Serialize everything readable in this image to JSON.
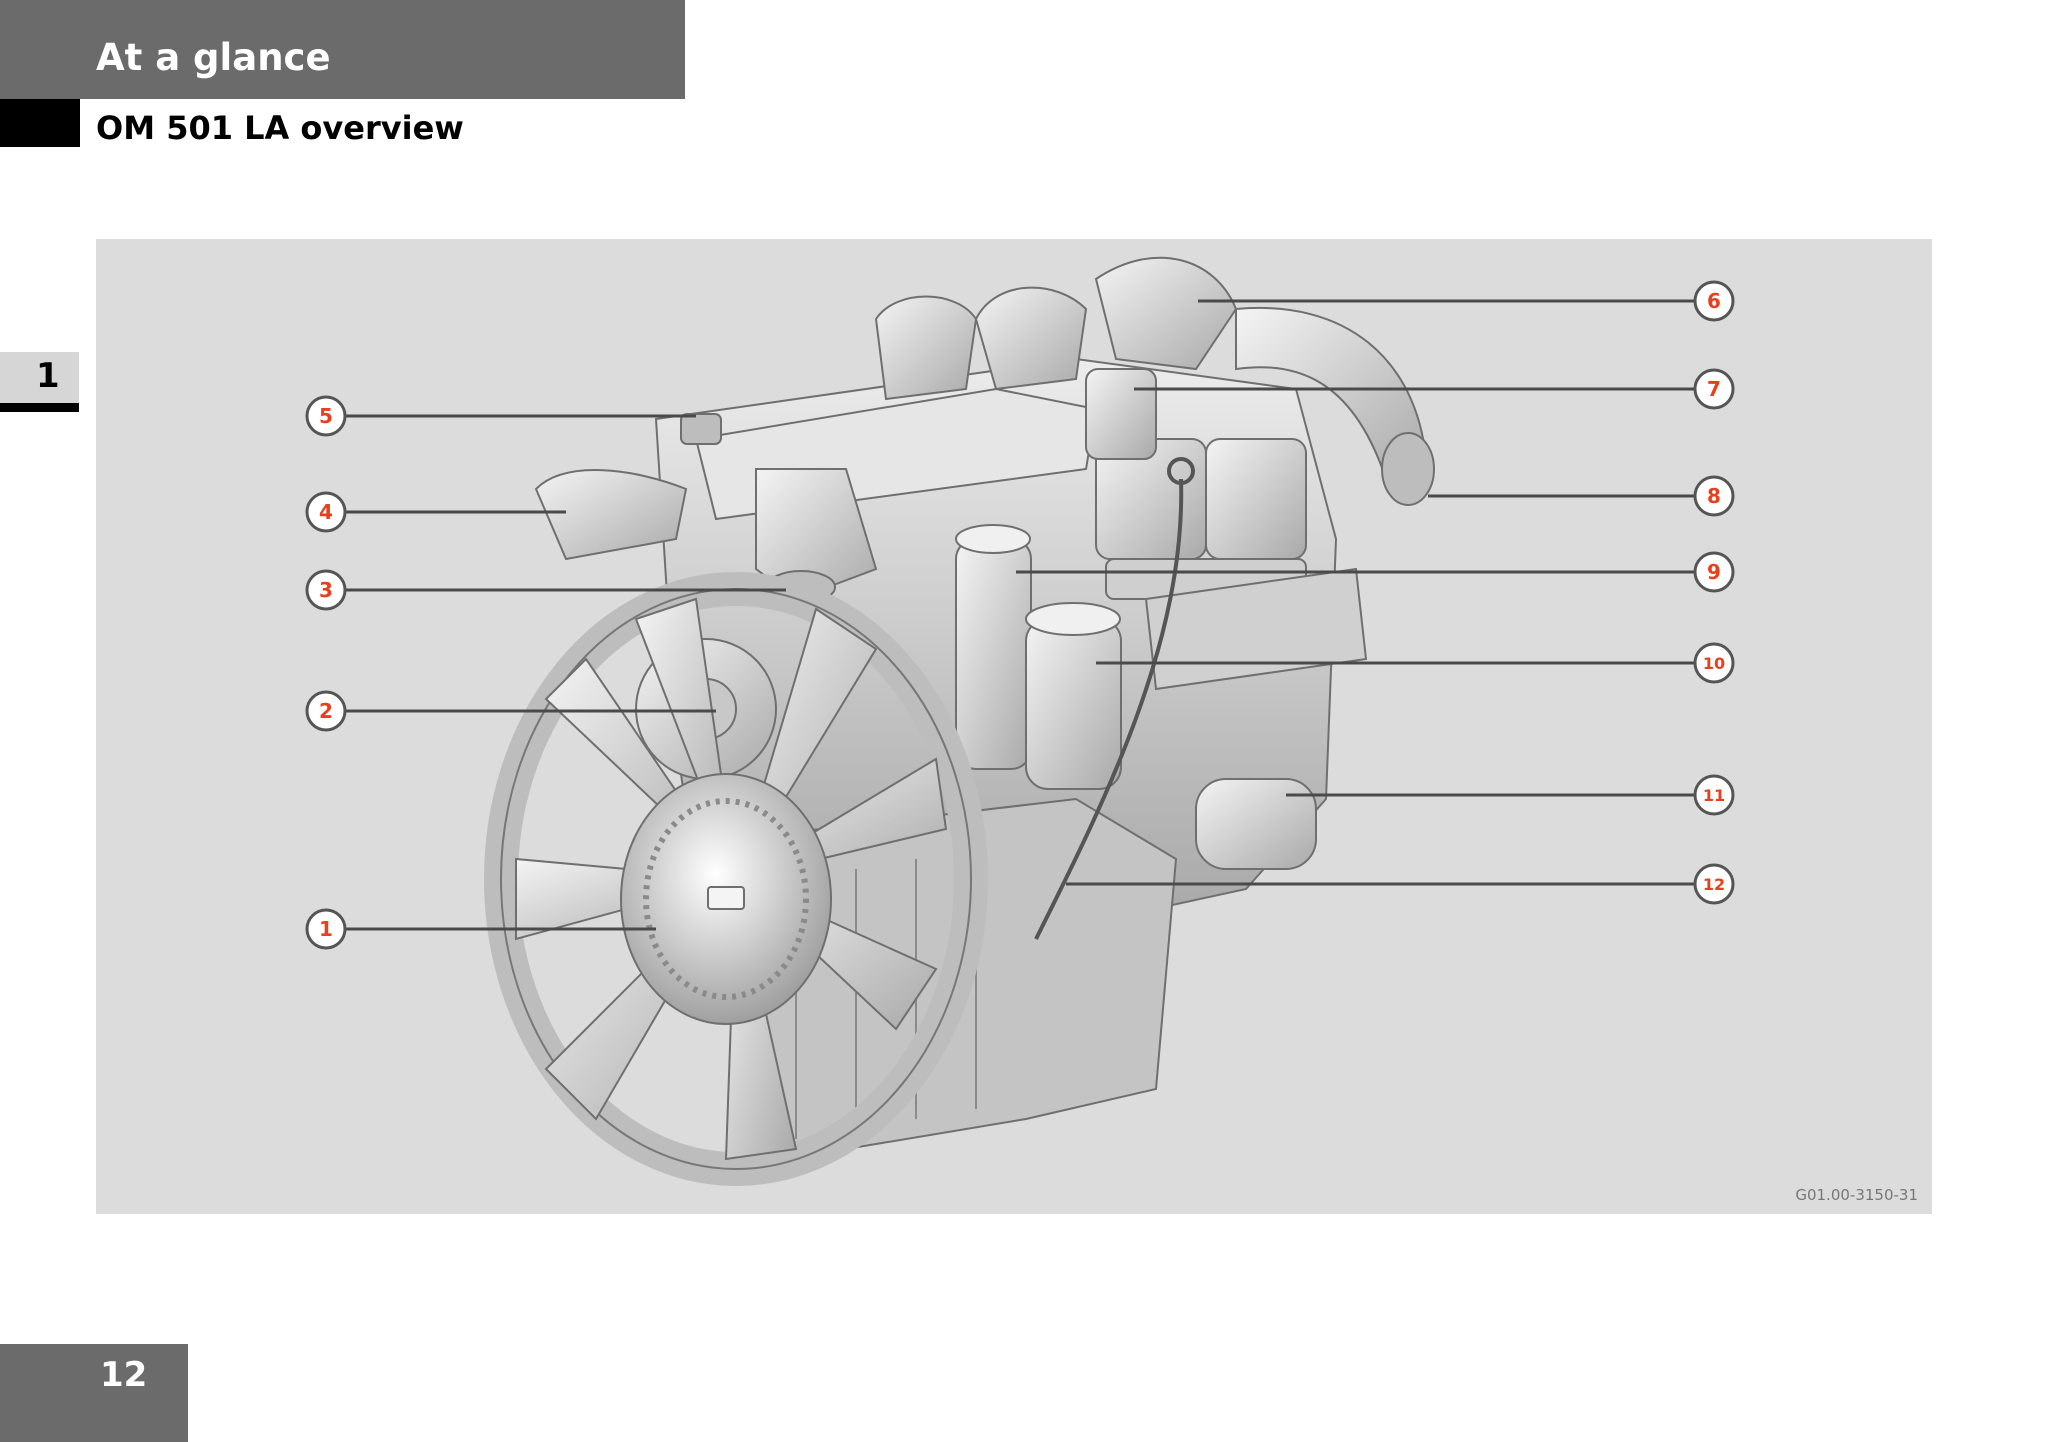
{
  "header": {
    "section": "At a glance",
    "subtitle": "OM 501 LA overview"
  },
  "chapter_tab": "1",
  "figure": {
    "code": "G01.00-3150-31",
    "callouts": [
      "1",
      "2",
      "3",
      "4",
      "5",
      "6",
      "7",
      "8",
      "9",
      "10",
      "11",
      "12"
    ]
  },
  "page_number": "12",
  "colors": {
    "header_gray": "#6b6b6b",
    "figure_bg": "#dcdcdc",
    "callout_red": "#e8401c"
  }
}
